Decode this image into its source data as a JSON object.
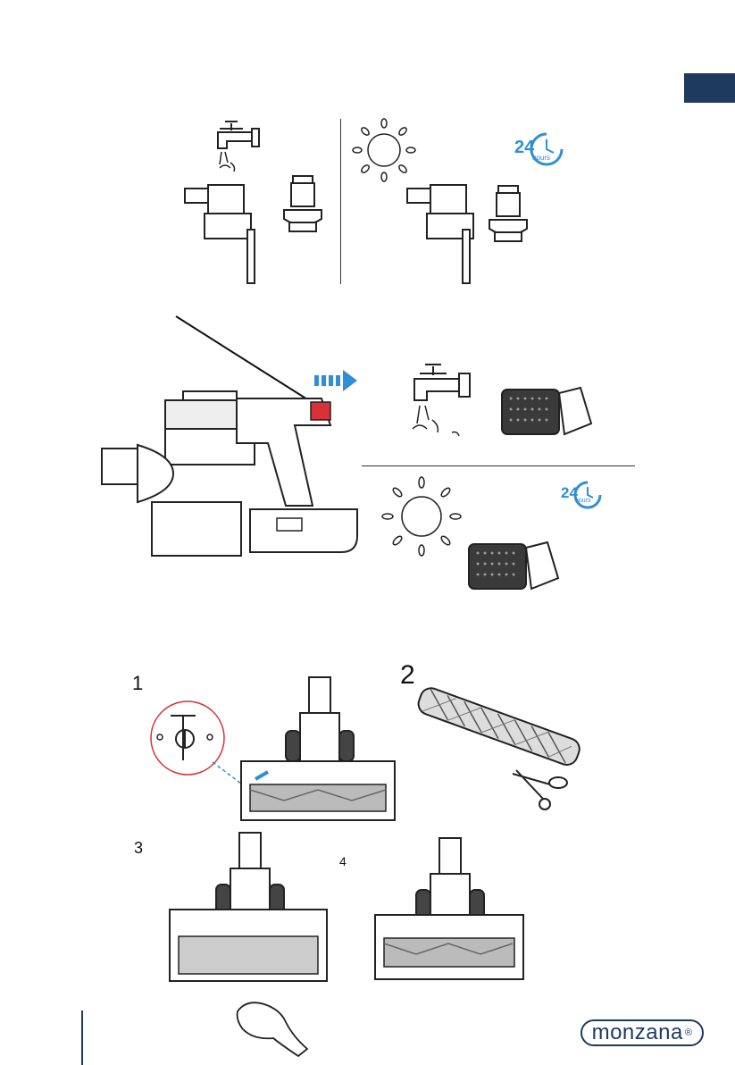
{
  "steps": {
    "one": "1",
    "two": "2",
    "three": "3",
    "four": "4"
  },
  "hours_badge_top": {
    "number": "24",
    "unit": "hours"
  },
  "hours_badge_bottom": {
    "number": "24",
    "unit": "hours"
  },
  "brand": {
    "name": "monzana",
    "mark": "®"
  },
  "colors": {
    "navy": "#1f3a5f",
    "accent_blue": "#2f8fd6",
    "red": "#d9313a"
  }
}
